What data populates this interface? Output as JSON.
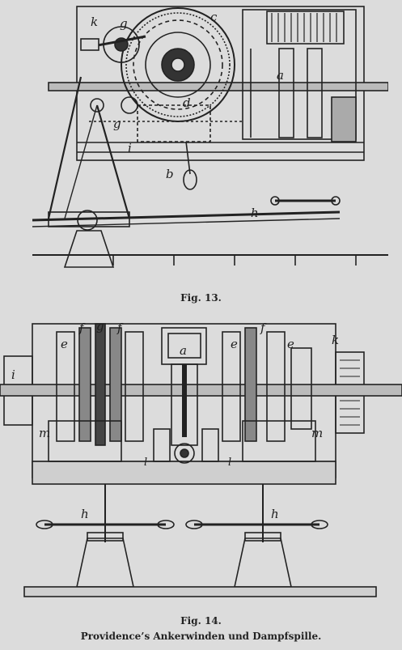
{
  "fig13": {
    "caption": "Fig. 13.",
    "labels": {
      "k": "k",
      "g": "g",
      "c": "c",
      "a": "a",
      "d": "d",
      "g2": "g",
      "i": "i",
      "b": "b",
      "h": "h"
    }
  },
  "fig14": {
    "caption": "Fig. 14.",
    "labels": {
      "e1": "e",
      "f1": "f",
      "g": "g",
      "f2": "f",
      "a": "a",
      "e2": "e",
      "e3": "e",
      "f3": "f",
      "k": "k",
      "i": "i",
      "m1": "m",
      "m2": "m",
      "h1": "h",
      "h2": "h",
      "l": "l",
      "l2": "l"
    }
  },
  "title": "Providence’s Ankerwinden und Dampfspille."
}
